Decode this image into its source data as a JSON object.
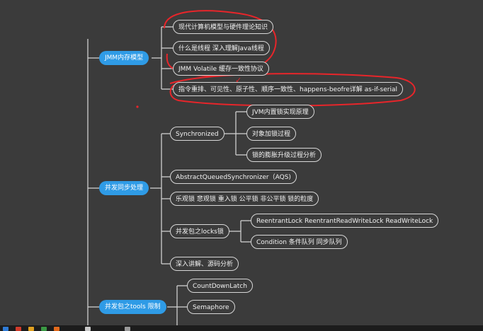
{
  "colors": {
    "background": "#3b3b3b",
    "category_fill": "#2f9be6",
    "node_border": "#d8d8d8",
    "line": "#cfcfcf",
    "annotation": "#e8252a"
  },
  "categories": {
    "jmm": "JMM内存模型",
    "sync": "并发同步处理",
    "tools": "并发包之tools 限制"
  },
  "jmm_children": [
    "现代计算机模型与硬件理论知识",
    "什么是线程 深入理解Java线程",
    "JMM Volatile 缓存一致性协议",
    "指令重排、可见性、原子性、顺序一致性、happens-beofre详解 as-if-serial"
  ],
  "sync_children": {
    "synchronized": "Synchronized",
    "synchronized_children": [
      "JVM内置锁实现原理",
      "对象加锁过程",
      "锁的膨胀升级过程分析"
    ],
    "aqs": "AbstractQueuedSynchronizer（AQS)",
    "lock_types": "乐观锁 悲观锁 重入锁 公平锁 非公平锁 锁的粒度",
    "locks": "并发包之locks锁",
    "locks_children": [
      "ReentrantLock  ReentrantReadWriteLock ReadWriteLock",
      "Condition 条件队列 同步队列"
    ],
    "deep": "深入讲解、源码分析"
  },
  "tools_children": [
    "CountDownLatch",
    "Semaphore"
  ],
  "annotations": {
    "mark": "✓"
  },
  "taskbar_icons": [
    {
      "color": "#2f7bd6"
    },
    {
      "color": "#d23b2b"
    },
    {
      "color": "#e0a020"
    },
    {
      "color": "#3a9a44"
    },
    {
      "color": "#e36a1c"
    },
    {
      "color": "#c9c9c9"
    },
    {
      "color": "#9a9a9a"
    }
  ]
}
